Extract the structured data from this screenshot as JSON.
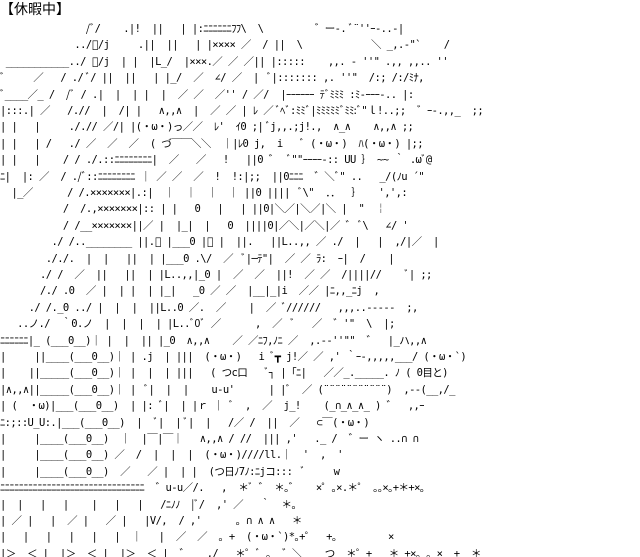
{
  "title": "【休暇中】",
  "ascii_art": {
    "lines": [
      "               /ﾞ/    .|!  ||   | |:ﾆﾆﾆﾆﾆﾆﾌﾌ\\  \\         ゛ー-. ﾞ¨''ｰ-..-|",
      "             ../ﾞ/j     .||  ||   | |×××× ／  / ||  \\            ＼ _,.-\"`    /",
      " ___________../ ﾞ/j  | |  |L_/  |×××.／ ／ ／|| |:::::    ,,. ‐ ''\" .,, ,,.. ''",
      "ﾞ     ／   / ./ ﾞ/ ||  ||   | |_/  ／  ∠/ ／  |  ﾞ|::::::: ,. ''\"  /:; /:/ﾐﾅ,  ",
      "ﾞ____／_ /  /ﾞ / .|  |  | |  |  ／ ／  ／'' / ／/  |ｰｰｰｰｰｰ ﾃﾞﾐﾐﾐ :ﾐ-ｰｰｰ-.. |:",
      "|:::.| ／   /.//  |  /| |   ∧,,∧  |  ／ ／ | ﾚ ／ ﾞﾍﾞ:ﾐﾐﾞ|ﾐﾐﾐﾐﾐﾞﾐﾐ:ﾞ\"ｌ!..;;  ゛ｰ-.,,_  ;;",
      "| |   |     ./.// ／/| |(・ω・)っ／／  ﾚ'  ｲ0 ;| ﾞj,,.;j!.,  ∧_∧    ∧,,∧ ;;",
      "| |   | /   ./ ／  ／  ／  ( づ￣￣＼＼  ｜|ﾚ0 j,  i   ﾞ (・ω・)  ﾊ(・ω・) |;;",
      "| |   |    / / ./.::ﾆﾆﾆﾆﾆﾆﾆﾆ|  ／   ／   !   ||0 ゛  ﾞ\"\"ｰｰｰｰ-:: UU ｝ ~~ ｀ .ωﾞ@",
      "ﾆ|  |: ／  / ./ﾞ::ﾆﾆﾆﾆﾆﾆﾆﾆ ｜ ／ ／  ／  !  !:|;;  ||0ﾆﾆﾆ  ゛＼ﾞ\" ..   _/(ﾉu ´\" ",
      "  |_／      / /.×××××××|.:|  ｜  ｜  ｜  ｜ ||0 ||||  ﾞ\\\"  ．．  ｝   ',',:",
      "           /  /.,×××××××|:: | |   0   |   | ||0|＼／|＼／|＼ |  \"  ￤",
      "           / /__×××××××||／ |  |_|  |   0  ||||0|／＼|／＼|／ ゛ ﾞ\\   ∠/ '",
      "         ./ /..________ ||.ﾞ |___0 |ﾞ |  ||.   ||L..,, ／ ./  |   |  ,/|／  |  ",
      "        ././.  |  |   ||  | |___0 .\\/  ／  ﾞ|─ﾃ\"|  ／ ／ ﾗ:  ｰ|  /    |",
      "       ./ /  ／  ||   ||  | |L..,,|_0 |  ／  ／  ||!  ／ ／  /||||//    ﾞ| ;;",
      "       /./ .0  ／ |  | |  | |_|   _0 ／ ／  |__|_|i  ／／ |ﾆ,,_ﾆj  ,   ",
      "     ./ /._0 ../ |  |  |  ||L..0 ／.  ／    |  ／ ﾞ//////   ,,,..-----  ;,",
      "   ..ノ./  ｀0.ノ  |  |  |  | |L..ﾞ0ﾞ ／      ,  ／  ﾞ   ／  ゛'\"  \\  |;",
      "ﾆﾆﾆﾆﾆﾆ|_ (___0__)｜ |  |  || |_0  ∧,,∧    ／ ／ﾆﾌ,ﾉﾆ ／  ,.--''\"\"  ゛  |_ハ,,∧",
      "|     ||____(___0__)｜ | .j  | |||  (・ω・)   i ﾞ┳ j!／ ／ ,' ｀ｰ-,,,,,___/ (・ω・`)",
      "|    ||_____(___0__)｜ |  |  | |||   ( つc口   ﾞ┐ |「ﾆ|   ／／_._____. ﾉ ( 0目と)",
      "|∧,,∧||_____(___0__)｜ |  ﾞ|  |  |    u‐u'      | |ﾞ  ／ (¨¨¨¨¨¨¨¨¨¨¨)  ,--(__,/_",
      "| (  ・ω)|___(___0__)  | |: ﾞ|  | |ｒ ｜ ﾞ  ,  ／  j_!    (_∩_∧_∧_ ) ゛  ,,ｰ",
      "ﾆ:;::U_U:.|___(___0__)  |  ﾞ|  | ﾞ|  |   /／ /  ||  ／   ⊂￣(・ω・)   ",
      "|     |____(___0__)  ｜  |￣|￣｜   ∧,,∧ / //  ||| ,'   ._ /  ゛ー ヽ ..∩ ∩",
      "|     |____(___0__) ／  /  |  |  |  (・ω・)////ll.｜  '  ,  '",
      "|     |____(___0__)  ／   ／ |  | |  (つ日ﾉ7ﾉ:ﾆjコ:::  ﾞ     w",
      "ﾆﾆﾆﾆﾆﾆﾆﾆﾆﾆﾆﾆﾆﾆﾆﾆﾆﾆﾆﾆﾆﾆﾆﾆﾆﾆﾆﾆﾆﾆﾆ  ゛u‐u／/.   ,  ＊ﾞ ゛ ＊｡゛   ×゜｡×.＊゜ ｡｡×｡+＊+×｡",
      "|  |   |   |    |   |   |   /ﾆﾉﾉ  |ﾞ/  ,' ／   ｀  ＊｡",
      "| ／ |   |  ／ |   ／ |   |V/,  / ,'      ｡ ∩ ∧ ∧   ＊",
      "|   |   |   |   |   |  ｜   |  ／  ／  ｡ +  (・ω・`)*｡+゜  +｡         ×",
      "|＞  ＜ |  |＞  ＜ |  |＞  ＜ |  ゛   ,/   ＊゜ﾞ ｡  ゛＼    つ  ＊゜+   ＊ +×｡ ｡ ×  +  ＊"
    ]
  }
}
